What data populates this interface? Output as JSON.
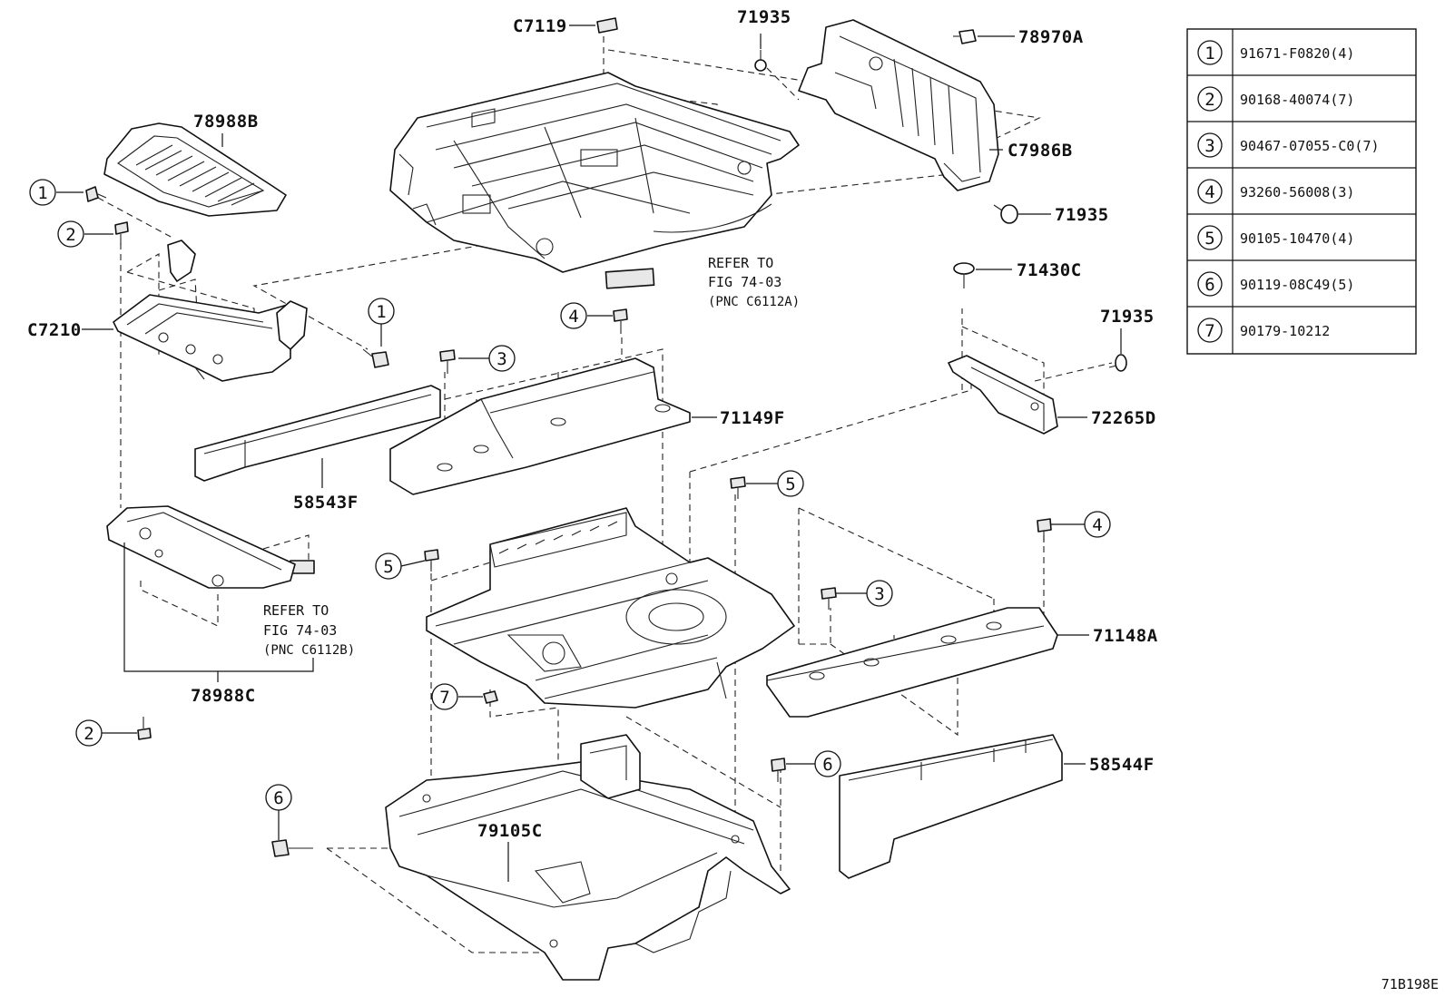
{
  "figure_code": "71B198E",
  "callouts": [
    {
      "id": "c7119",
      "text": "C7119"
    },
    {
      "id": "c71935a",
      "text": "71935"
    },
    {
      "id": "c78970a",
      "text": "78970A"
    },
    {
      "id": "c78988b",
      "text": "78988B"
    },
    {
      "id": "c7986b",
      "text": "C7986B"
    },
    {
      "id": "c71935b",
      "text": "71935"
    },
    {
      "id": "c71430c",
      "text": "71430C"
    },
    {
      "id": "c71935c",
      "text": "71935"
    },
    {
      "id": "c7210",
      "text": "C7210"
    },
    {
      "id": "c72265d",
      "text": "72265D"
    },
    {
      "id": "c71149f",
      "text": "71149F"
    },
    {
      "id": "c58543f",
      "text": "58543F"
    },
    {
      "id": "c71148a",
      "text": "71148A"
    },
    {
      "id": "c78988c",
      "text": "78988C"
    },
    {
      "id": "c58544f",
      "text": "58544F"
    },
    {
      "id": "c79105c",
      "text": "79105C"
    }
  ],
  "references": [
    {
      "id": "ref_a",
      "line1": "REFER TO",
      "line2": "FIG 74-03",
      "line3": "(PNC C6112A)"
    },
    {
      "id": "ref_b",
      "line1": "REFER TO",
      "line2": "FIG 74-03",
      "line3": "(PNC C6112B)"
    }
  ],
  "bolt_markers": [
    "1",
    "2",
    "1",
    "4",
    "3",
    "5",
    "5",
    "4",
    "3",
    "7",
    "2",
    "6",
    "6"
  ],
  "parts_table": [
    {
      "num": "1",
      "part": "91671-F0820(4)"
    },
    {
      "num": "2",
      "part": "90168-40074(7)"
    },
    {
      "num": "3",
      "part": "90467-07055-C0(7)"
    },
    {
      "num": "4",
      "part": "93260-56008(3)"
    },
    {
      "num": "5",
      "part": "90105-10470(4)"
    },
    {
      "num": "6",
      "part": "90119-08C49(5)"
    },
    {
      "num": "7",
      "part": "90179-10212"
    }
  ]
}
